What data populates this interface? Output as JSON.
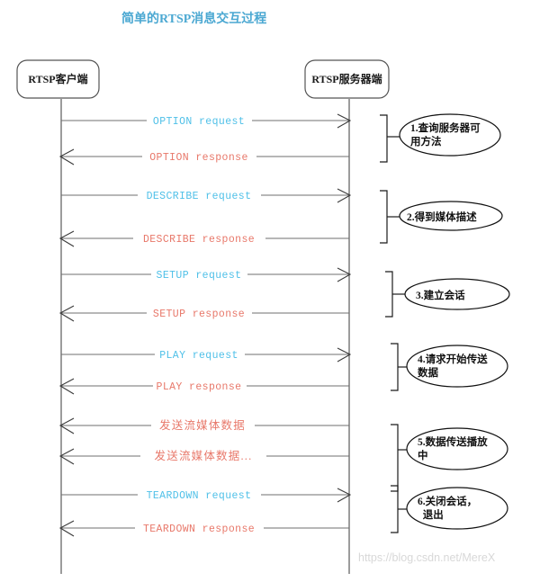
{
  "diagram": {
    "title": "简单的RTSP消息交互过程",
    "title_color": "#4BA8D2",
    "request_color": "#4FC0E8",
    "response_color": "#E8786A",
    "line_color": "#6f6f6f"
  },
  "actors": [
    {
      "id": "client",
      "label": "RTSP客户端"
    },
    {
      "id": "server",
      "label": "RTSP服务器端"
    }
  ],
  "messages": [
    {
      "label": "OPTION request",
      "direction": "right",
      "kind": "request",
      "script": "latin"
    },
    {
      "label": "OPTION response",
      "direction": "left",
      "kind": "response",
      "script": "latin"
    },
    {
      "label": "DESCRIBE request",
      "direction": "right",
      "kind": "request",
      "script": "latin"
    },
    {
      "label": "DESCRIBE response",
      "direction": "left",
      "kind": "response",
      "script": "latin"
    },
    {
      "label": "SETUP request",
      "direction": "right",
      "kind": "request",
      "script": "latin"
    },
    {
      "label": "SETUP response",
      "direction": "left",
      "kind": "response",
      "script": "latin"
    },
    {
      "label": "PLAY request",
      "direction": "right",
      "kind": "request",
      "script": "latin"
    },
    {
      "label": "PLAY response",
      "direction": "left",
      "kind": "response",
      "script": "latin"
    },
    {
      "label": "发送流媒体数据",
      "direction": "left",
      "kind": "response",
      "script": "cjk"
    },
    {
      "label": "发送流媒体数据...",
      "direction": "left",
      "kind": "response",
      "script": "cjk"
    },
    {
      "label": "TEARDOWN request",
      "direction": "right",
      "kind": "request",
      "script": "latin"
    },
    {
      "label": "TEARDOWN response",
      "direction": "left",
      "kind": "response",
      "script": "latin"
    }
  ],
  "notes": [
    {
      "number": "1.",
      "lines": [
        "1.查询服务器可",
        "用方法"
      ],
      "align": "left"
    },
    {
      "number": "2.",
      "lines": [
        "2.得到媒体描述"
      ],
      "align": "left"
    },
    {
      "number": "3.",
      "lines": [
        "3.建立会话"
      ],
      "align": "left"
    },
    {
      "number": "4.",
      "lines": [
        "4.请求开始传送",
        "数据"
      ],
      "align": "left"
    },
    {
      "number": "5.",
      "lines": [
        "5.数据传送播放",
        "中"
      ],
      "align": "left"
    },
    {
      "number": "6.",
      "lines": [
        "6.关闭会话，",
        "  退出"
      ],
      "align": "left"
    }
  ],
  "watermark": {
    "text": "https://blog.csdn.net/MereX"
  }
}
